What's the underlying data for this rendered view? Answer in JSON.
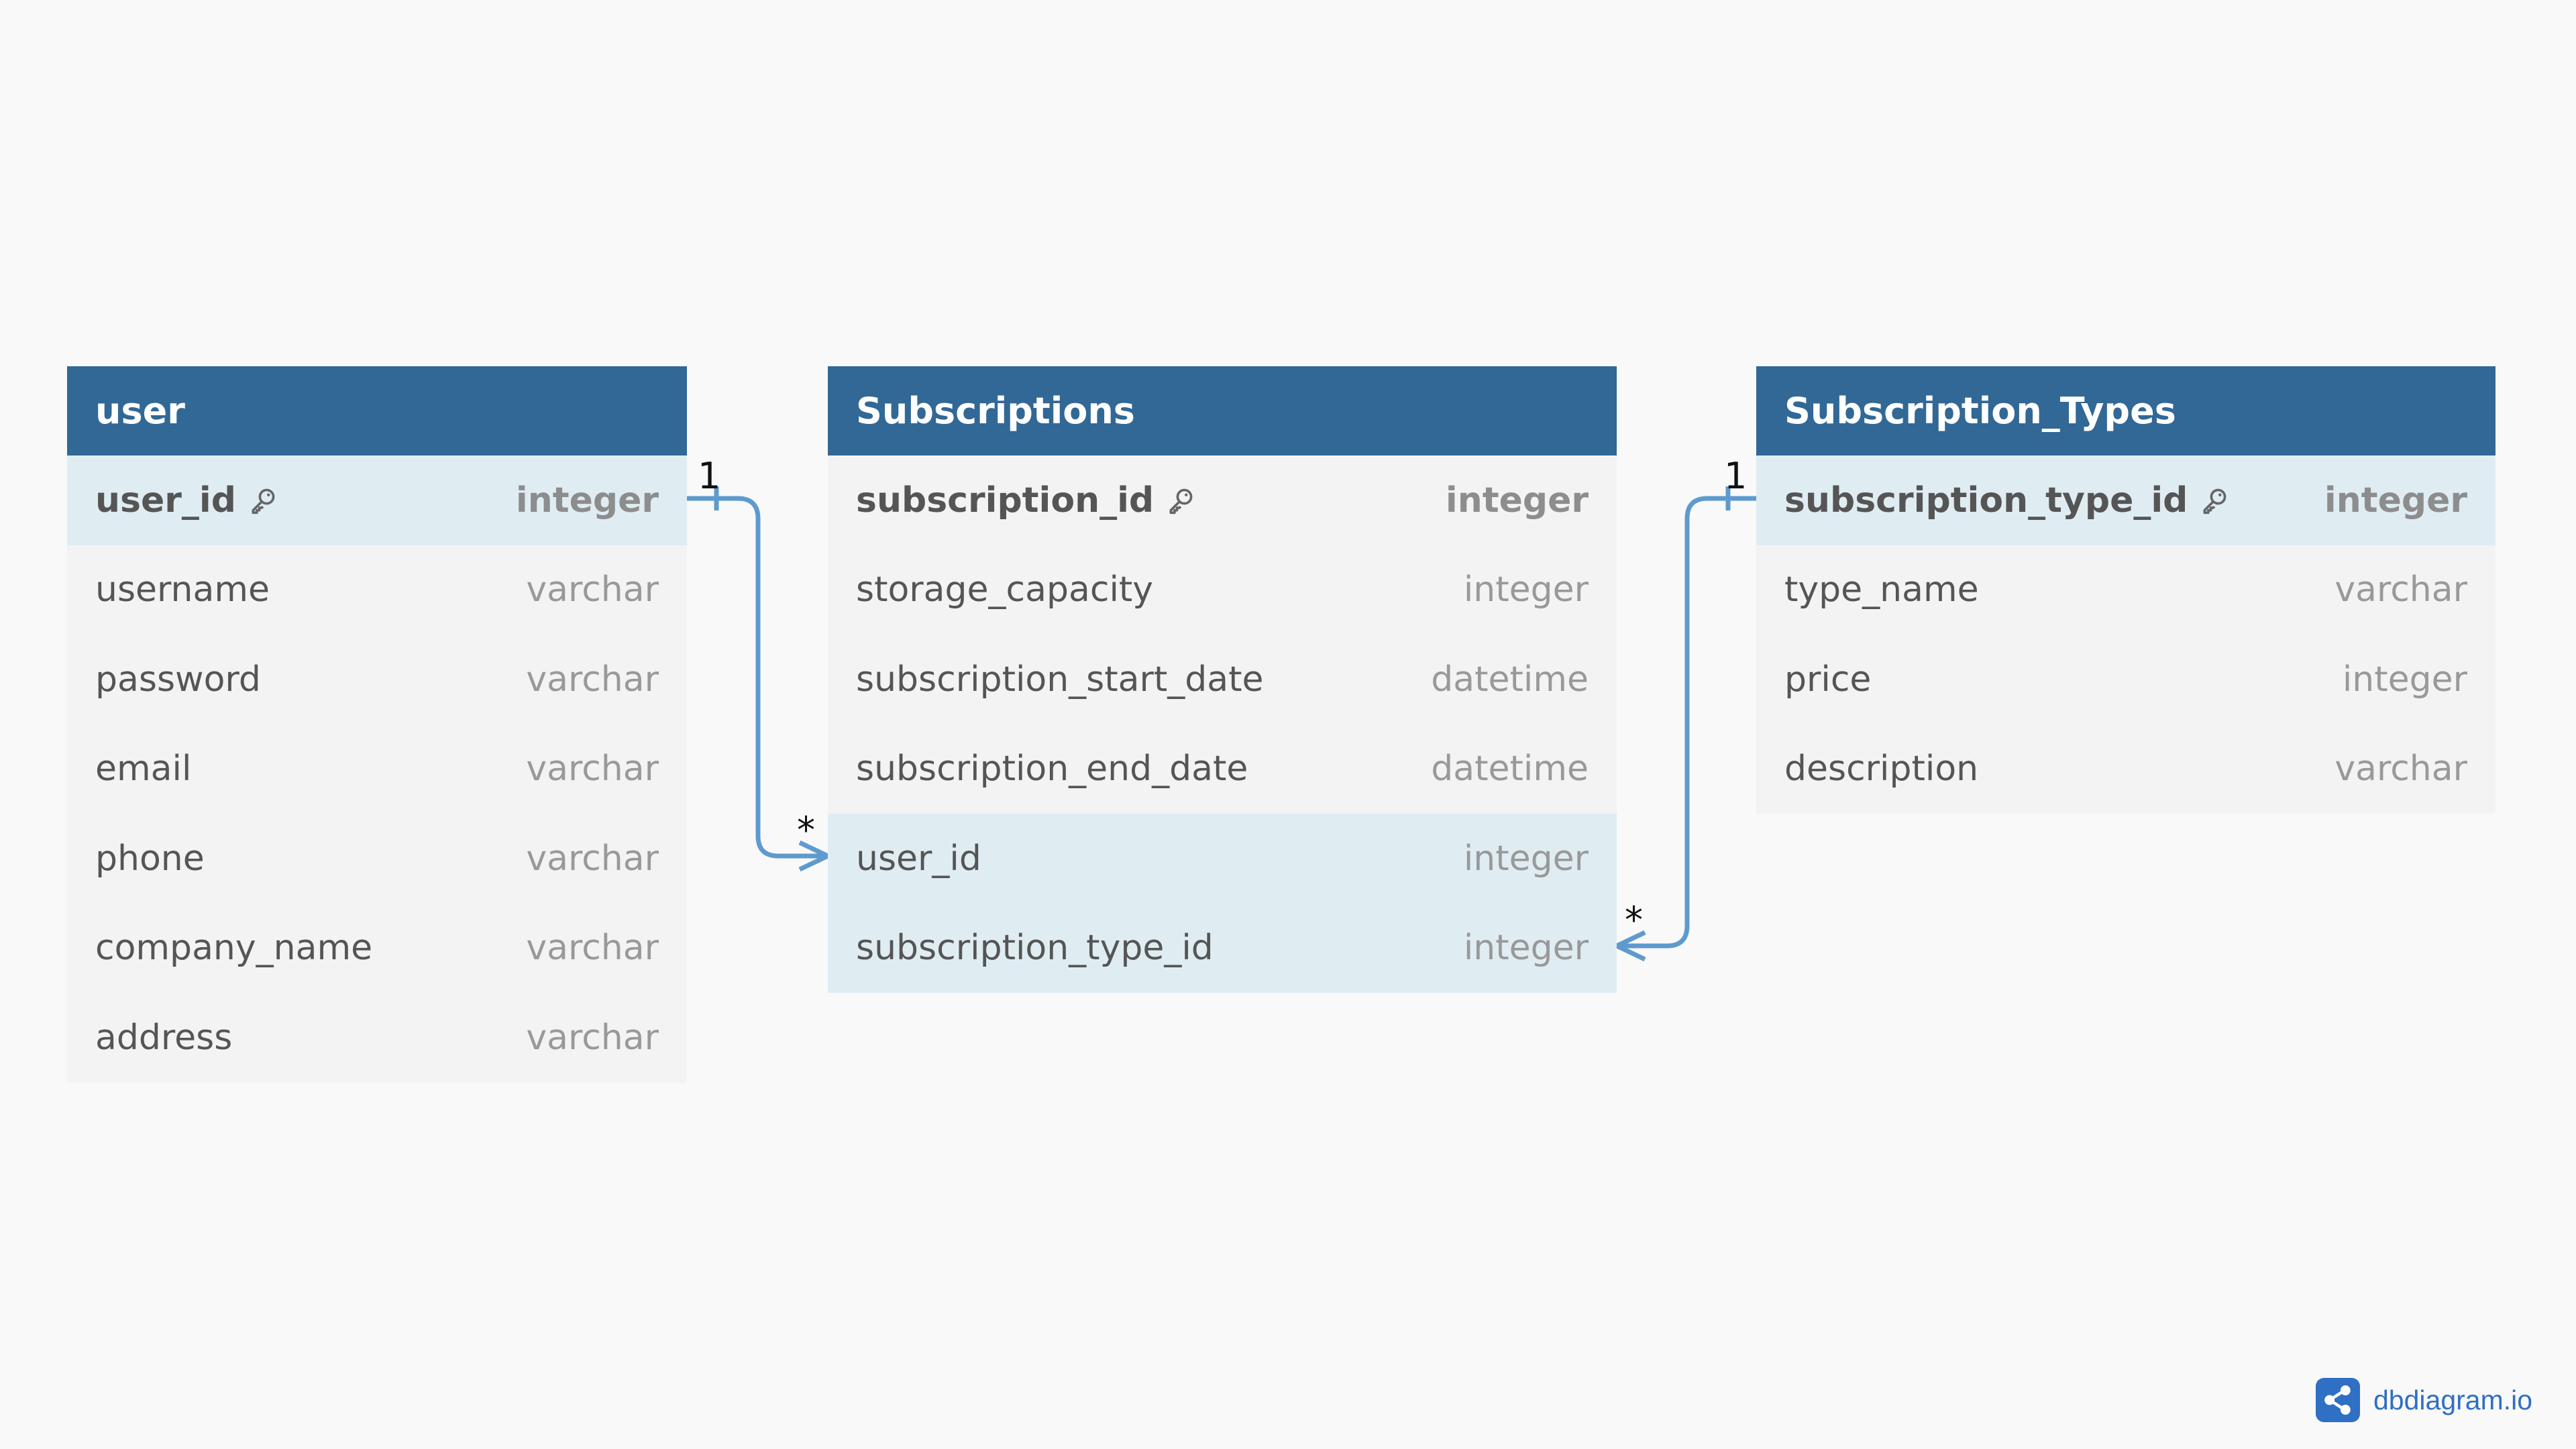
{
  "tables": [
    {
      "name": "user",
      "columns": [
        {
          "name": "user_id",
          "type": "integer",
          "pk": true
        },
        {
          "name": "username",
          "type": "varchar"
        },
        {
          "name": "password",
          "type": "varchar"
        },
        {
          "name": "email",
          "type": "varchar"
        },
        {
          "name": "phone",
          "type": "varchar"
        },
        {
          "name": "company_name",
          "type": "varchar"
        },
        {
          "name": "address",
          "type": "varchar"
        }
      ]
    },
    {
      "name": "Subscriptions",
      "columns": [
        {
          "name": "subscription_id",
          "type": "integer",
          "pk": true
        },
        {
          "name": "storage_capacity",
          "type": "integer"
        },
        {
          "name": "subscription_start_date",
          "type": "datetime"
        },
        {
          "name": "subscription_end_date",
          "type": "datetime"
        },
        {
          "name": "user_id",
          "type": "integer"
        },
        {
          "name": "subscription_type_id",
          "type": "integer"
        }
      ]
    },
    {
      "name": "Subscription_Types",
      "columns": [
        {
          "name": "subscription_type_id",
          "type": "integer",
          "pk": true
        },
        {
          "name": "type_name",
          "type": "varchar"
        },
        {
          "name": "price",
          "type": "integer"
        },
        {
          "name": "description",
          "type": "varchar"
        }
      ]
    }
  ],
  "relationships": [
    {
      "from": "user.user_id",
      "to": "Subscriptions.user_id",
      "from_cardinality": "1",
      "to_cardinality": "*"
    },
    {
      "from": "Subscription_Types.subscription_type_id",
      "to": "Subscriptions.subscription_type_id",
      "from_cardinality": "1",
      "to_cardinality": "*"
    }
  ],
  "colors": {
    "header": "#316896",
    "body": "#f3f3f3",
    "highlight": "#dfedf3",
    "link": "#5e9ace",
    "brand": "#2f6fc4"
  },
  "icons": {
    "primary_key": "key-icon",
    "brand_logo": "share-nodes-icon"
  },
  "brand": {
    "text": "dbdiagram.io"
  }
}
